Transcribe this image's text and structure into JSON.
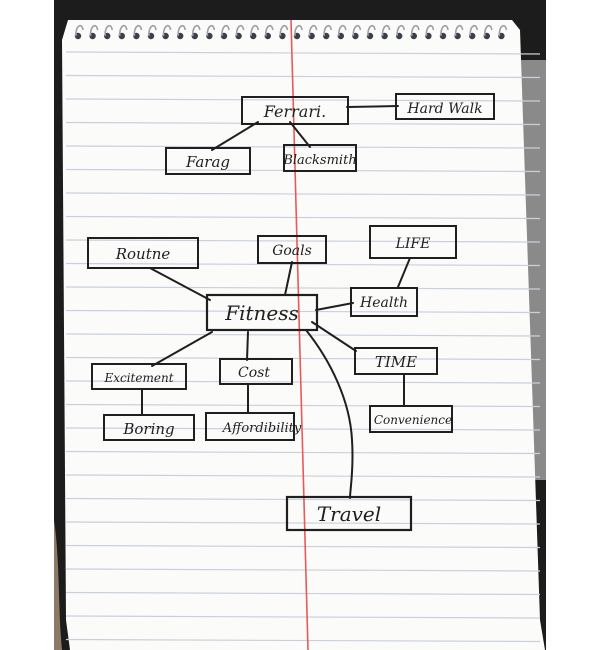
{
  "colors": {
    "paper": "#fbfbf9",
    "rule_line": "#c8d0dc",
    "margin_line": "#e85a5a",
    "ink": "#1f1f1f",
    "background_dark": "#1c1c1c",
    "background_gray": "#8a8a8a",
    "hand_skin": "#8b7a66"
  },
  "mind_maps": {
    "top": {
      "central": "Ferrari.",
      "nodes": [
        "Hard Walk",
        "Farag",
        "Blacksmith"
      ]
    },
    "main": {
      "central": "Fitness",
      "nodes": {
        "routine": "Routne",
        "goals": "Goals",
        "life": "LIFE",
        "health": "Health",
        "time": "TIME",
        "convenience": "Convenience",
        "excitement": "Excitement",
        "boring": "Boring",
        "cost": "Cost",
        "affordability": "Affordibility",
        "travel": "Travel"
      }
    }
  }
}
